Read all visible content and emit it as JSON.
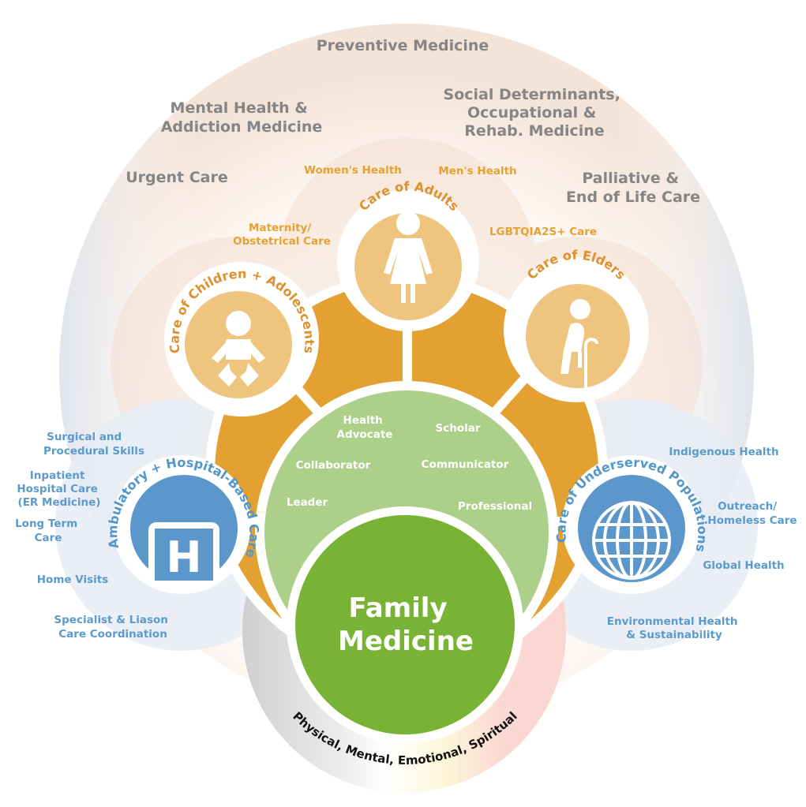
{
  "colors": {
    "orange_dark": "#e3a132",
    "orange_light": "#efc47e",
    "orange_text": "#e5a233",
    "orange_ring_text": "#df8f2b",
    "blue_fill": "#5b97cb",
    "blue_text": "#5b9acc",
    "green_light": "#acd08a",
    "green_dark": "#79b335",
    "grey_text": "#858585",
    "peach_bg": "#f6e6db",
    "blue_bg": "#e6ecf4"
  },
  "outer_ring": {
    "labels": [
      {
        "lines": [
          "Preventive Medicine"
        ]
      },
      {
        "lines": [
          "Mental Health &",
          "Addiction Medicine"
        ]
      },
      {
        "lines": [
          "Social Determinants,",
          "Occupational &",
          "Rehab. Medicine"
        ]
      },
      {
        "lines": [
          "Urgent Care"
        ]
      },
      {
        "lines": [
          "Palliative &",
          "End of Life Care"
        ]
      }
    ]
  },
  "adult_topics": [
    {
      "lines": [
        "Women's Health"
      ]
    },
    {
      "lines": [
        "Men's Health"
      ]
    },
    {
      "lines": [
        "Maternity/",
        "Obstetrical Care"
      ]
    },
    {
      "lines": [
        "LGBTQIA2S+ Care"
      ]
    }
  ],
  "care_circles": {
    "children": {
      "label": "Care of Children + Adolescents",
      "icon": "baby-icon"
    },
    "adults": {
      "label": "Care of Adults",
      "icon": "woman-icon"
    },
    "elders": {
      "label": "Care of Elders",
      "icon": "elder-with-cane-icon"
    },
    "hospital": {
      "label": "Ambulatory + Hospital-Based Care",
      "icon": "hospital-h-icon",
      "icon_letter": "H"
    },
    "underserved": {
      "label": "Care of Underserved Populations",
      "icon": "globe-icon"
    }
  },
  "hospital_topics": [
    {
      "lines": [
        "Surgical and",
        "Procedural Skills"
      ]
    },
    {
      "lines": [
        "Inpatient",
        "Hospital Care",
        "(ER Medicine)"
      ]
    },
    {
      "lines": [
        "Long Term",
        "Care"
      ]
    },
    {
      "lines": [
        "Home Visits"
      ]
    },
    {
      "lines": [
        "Specialist & Liason",
        "Care Coordination"
      ]
    }
  ],
  "underserved_topics": [
    {
      "lines": [
        "Indigenous Health"
      ]
    },
    {
      "lines": [
        "Outreach/",
        "Homeless Care"
      ]
    },
    {
      "lines": [
        "Global Health"
      ]
    },
    {
      "lines": [
        "Environmental Health",
        "& Sustainability"
      ]
    }
  ],
  "roles": [
    {
      "lines": [
        "Health",
        "Advocate"
      ]
    },
    {
      "lines": [
        "Scholar"
      ]
    },
    {
      "lines": [
        "Collaborator"
      ]
    },
    {
      "lines": [
        "Communicator"
      ]
    },
    {
      "lines": [
        "Leader"
      ]
    },
    {
      "lines": [
        "Professional"
      ]
    }
  ],
  "center": {
    "lines": [
      "Family",
      "Medicine"
    ]
  },
  "bottom_arc": {
    "label": "Physical, Mental, Emotional, Spiritual"
  }
}
